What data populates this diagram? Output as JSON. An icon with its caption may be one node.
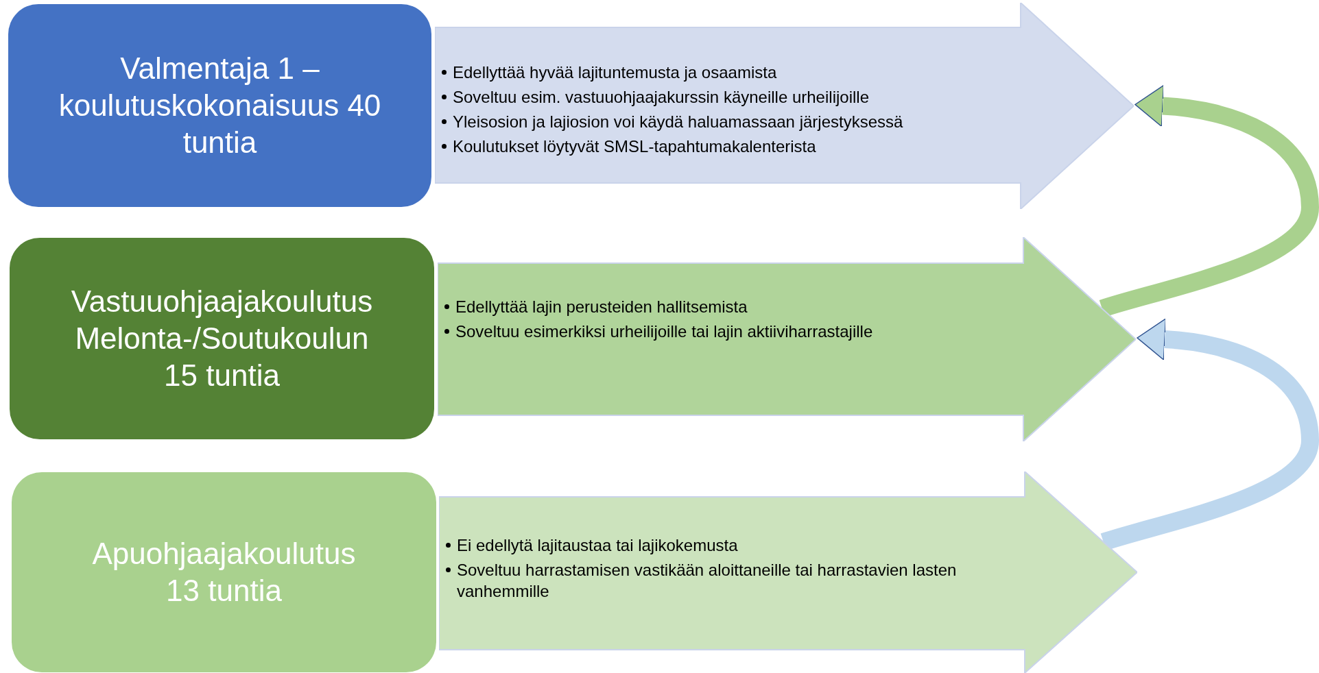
{
  "diagram": {
    "nodes": [
      {
        "text": [
          "Valmentaja 1 – koulutuskokonaisuus 40 tuntia"
        ]
      },
      {
        "text": [
          "Edellyttää hyvää lajituntemusta ja osaamista",
          "Soveltuu esim. vastuuohjaajakurssin käyneille urheilijoille",
          "Yleisosion ja lajiosion voi käydä haluamassaan järjestyksessä",
          "Koulutukset löytyvät SMSL-tapahtumakalenterista"
        ]
      },
      {
        "text": [
          "Vastuuohjaajakoulutus Melonta-/Soutukoulun 15 tuntia"
        ]
      },
      {
        "text": [
          "Edellyttää lajin perusteiden hallitsemista",
          "Soveltuu esimerkiksi urheilijoille tai lajin aktiiviharrastajille"
        ]
      },
      {
        "text": [
          "Apuohjaajakoulutus 13 tuntia"
        ]
      },
      {
        "text": [
          "Ei edellytä lajitaustaa tai lajikokemusta",
          "Soveltuu harrastamisen vastikään aloittaneille tai harrastavien lasten vanhemmille"
        ]
      }
    ],
    "edges": [
      {
        "from": 3,
        "to": 1,
        "arrow": "to",
        "color": "#a9d18e"
      },
      {
        "from": 5,
        "to": 3,
        "arrow": "to",
        "color": "#bdd7ee"
      }
    ]
  }
}
